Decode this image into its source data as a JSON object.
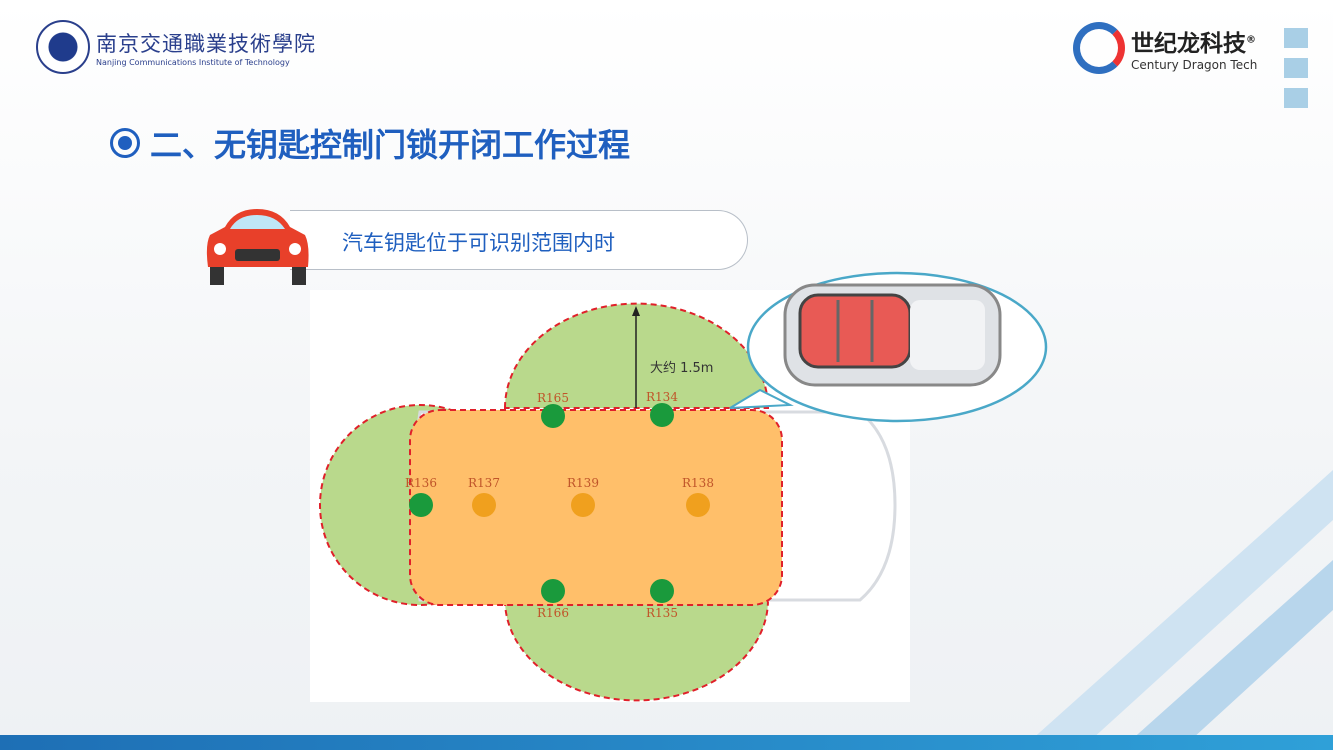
{
  "header": {
    "school_cn": "南京交通職業技術學院",
    "school_en": "Nanjing Communications Institute of Technology",
    "brand_cn": "世纪龙科技",
    "brand_en": "Century Dragon Tech",
    "brand_mark": "®"
  },
  "title": "二、无钥匙控制门锁开闭工作过程",
  "caption": "汽车钥匙位于可识别范围内时",
  "diagram": {
    "distance_label": "大约 1.5m",
    "antennas": [
      {
        "id": "R165",
        "color": "green"
      },
      {
        "id": "R134",
        "color": "green"
      },
      {
        "id": "R136",
        "color": "green"
      },
      {
        "id": "R137",
        "color": "orange"
      },
      {
        "id": "R139",
        "color": "orange"
      },
      {
        "id": "R138",
        "color": "orange"
      },
      {
        "id": "R166",
        "color": "green"
      },
      {
        "id": "R135",
        "color": "green"
      }
    ]
  },
  "colors": {
    "accent": "#1f5fbf",
    "zone_exterior": "#b9d98c",
    "zone_interior": "#ffbf6a",
    "antenna_green": "#1a9a3c",
    "antenna_orange": "#f0a01e",
    "dash": "#e0202a"
  }
}
